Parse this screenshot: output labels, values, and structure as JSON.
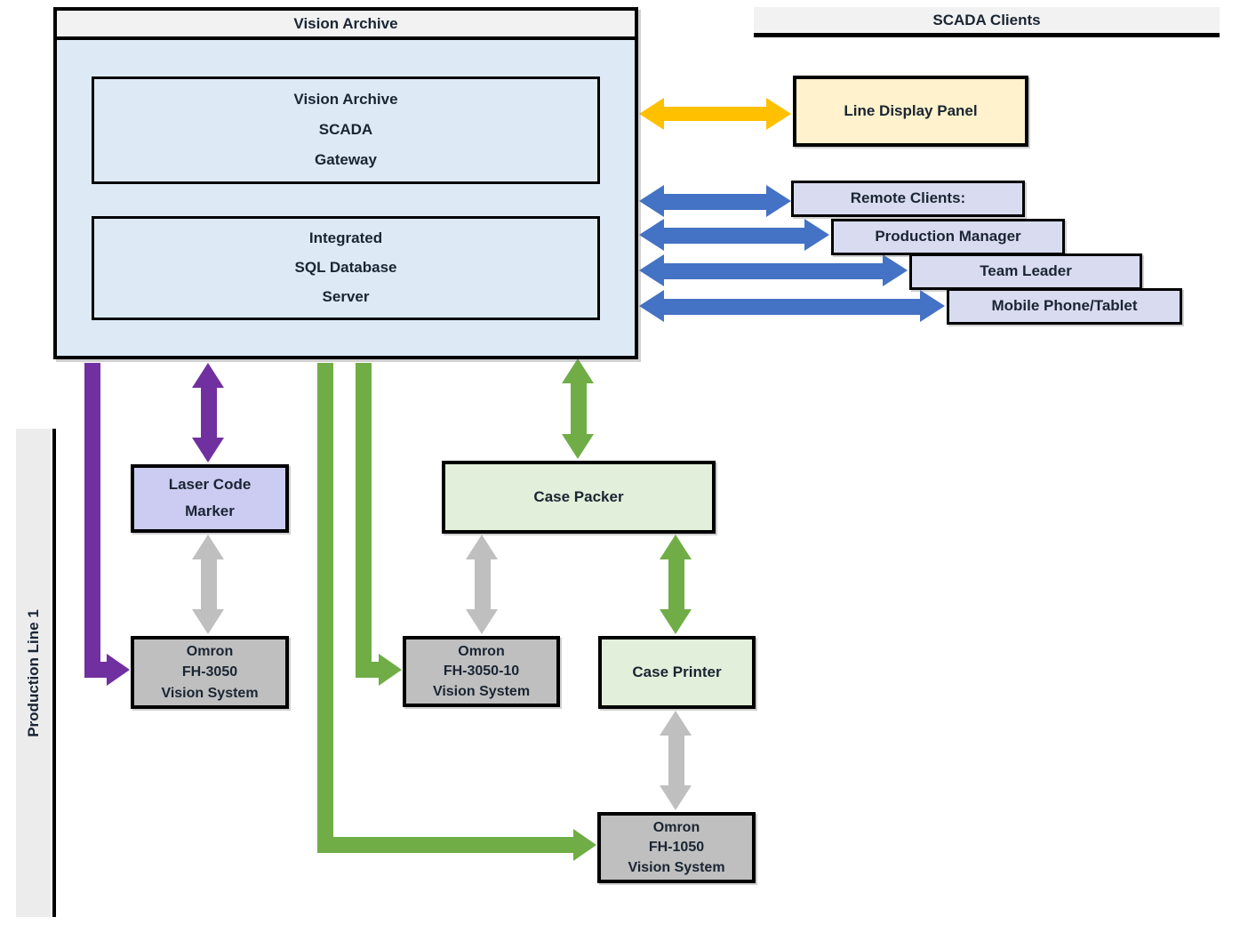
{
  "colors": {
    "purple": "#7030A0",
    "gold": "#FFC000",
    "blue": "#4472C4",
    "green": "#70AD47",
    "arrow_gray": "#BFBFBF",
    "box_blue": "#DDEAF6",
    "box_yellow": "#FFF2CC",
    "box_lavender": "#D9DCF0",
    "box_purple": "#CCCCF2",
    "box_green": "#E2EFDA",
    "box_gray": "#BFBFBF",
    "header_gray": "#F2F2F2",
    "text": "#1A2533"
  },
  "vision_archive": {
    "title": "Vision Archive",
    "gateway_lines": [
      "Vision Archive",
      "SCADA",
      "Gateway"
    ],
    "database_lines": [
      "Integrated",
      "SQL Database",
      "Server"
    ]
  },
  "scada_clients": {
    "title": "SCADA Clients",
    "line_display_panel": "Line Display Panel",
    "remote_clients": "Remote Clients:",
    "production_manager": "Production Manager",
    "team_leader": "Team Leader",
    "mobile_phone_tablet": "Mobile Phone/Tablet"
  },
  "production_line": {
    "label": "Production Line 1",
    "laser_code_marker_lines": [
      "Laser Code",
      "Marker"
    ],
    "case_packer": "Case Packer",
    "case_printer": "Case Printer",
    "omron_fh3050_lines": [
      "Omron",
      "FH-3050",
      "Vision System"
    ],
    "omron_fh3050_10_lines": [
      "Omron",
      "FH-3050-10",
      "Vision System"
    ],
    "omron_fh1050_lines": [
      "Omron",
      "FH-1050",
      "Vision System"
    ]
  }
}
